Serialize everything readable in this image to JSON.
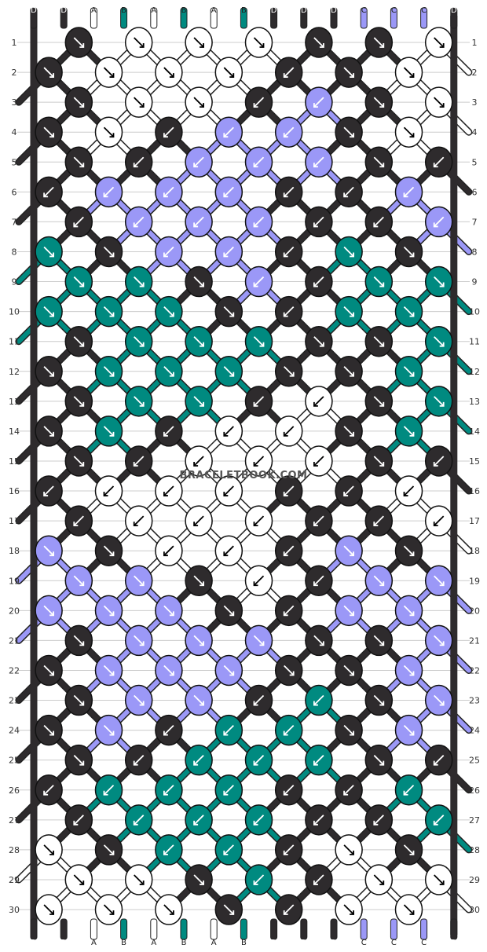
{
  "watermark": "BRACELETBOOK.COM",
  "colors": {
    "D": "#2e2b2d",
    "A": "#ffffff",
    "B": "#008a80",
    "C": "#9b98f7",
    "grid": "#cccccc",
    "text": "#333333"
  },
  "strings": [
    "D",
    "D",
    "A",
    "B",
    "A",
    "B",
    "A",
    "B",
    "D",
    "D",
    "D",
    "C",
    "C",
    "C",
    "D"
  ],
  "row_labels": [
    "1",
    "2",
    "3",
    "4",
    "5",
    "6",
    "7",
    "8",
    "9",
    "10",
    "11",
    "12",
    "13",
    "14",
    "15",
    "16",
    "17",
    "18",
    "19",
    "20",
    "21",
    "22",
    "23",
    "24",
    "25",
    "26",
    "27",
    "28",
    "29",
    "30"
  ],
  "row_count": 30,
  "knots": [
    [
      {
        "c": "D",
        "d": "se"
      },
      {
        "c": "A",
        "d": "se"
      },
      {
        "c": "A",
        "d": "se"
      },
      {
        "c": "A",
        "d": "se"
      },
      {
        "c": "D",
        "d": "se"
      }
    ],
    [
      {
        "c": "D",
        "d": "se"
      },
      {
        "c": "A",
        "d": "se"
      },
      {
        "c": "A",
        "d": "se"
      },
      {
        "c": "A",
        "d": "se"
      },
      {
        "c": "D",
        "d": "sw"
      }
    ],
    [
      {
        "c": "D",
        "d": "se"
      },
      {
        "c": "A",
        "d": "se"
      },
      {
        "c": "A",
        "d": "se"
      },
      {
        "c": "D",
        "d": "sw"
      },
      {
        "c": "C",
        "d": "sw"
      }
    ],
    [
      {
        "c": "D",
        "d": "se"
      },
      {
        "c": "A",
        "d": "se"
      },
      {
        "c": "D",
        "d": "sw"
      },
      {
        "c": "C",
        "d": "sw"
      },
      {
        "c": "C",
        "d": "sw"
      }
    ],
    [
      {
        "c": "D",
        "d": "se"
      },
      {
        "c": "D",
        "d": "sw"
      },
      {
        "c": "C",
        "d": "sw"
      },
      {
        "c": "C",
        "d": "sw"
      },
      {
        "c": "C",
        "d": "sw"
      }
    ],
    [
      {
        "c": "D",
        "d": "sw"
      },
      {
        "c": "C",
        "d": "sw"
      },
      {
        "c": "C",
        "d": "sw"
      },
      {
        "c": "C",
        "d": "sw"
      },
      {
        "c": "D",
        "d": "sw"
      }
    ],
    [
      {
        "c": "D",
        "d": "sw"
      },
      {
        "c": "C",
        "d": "sw"
      },
      {
        "c": "C",
        "d": "sw"
      },
      {
        "c": "C",
        "d": "sw"
      },
      {
        "c": "D",
        "d": "sw"
      }
    ],
    [
      {
        "c": "B",
        "d": "se"
      },
      {
        "c": "D",
        "d": "se"
      },
      {
        "c": "C",
        "d": "sw"
      },
      {
        "c": "C",
        "d": "sw"
      },
      {
        "c": "D",
        "d": "sw"
      }
    ],
    [
      {
        "c": "B",
        "d": "se"
      },
      {
        "c": "B",
        "d": "se"
      },
      {
        "c": "D",
        "d": "se"
      },
      {
        "c": "C",
        "d": "sw"
      },
      {
        "c": "D",
        "d": "sw"
      }
    ],
    [
      {
        "c": "B",
        "d": "se"
      },
      {
        "c": "B",
        "d": "se"
      },
      {
        "c": "B",
        "d": "se"
      },
      {
        "c": "D",
        "d": "se"
      },
      {
        "c": "D",
        "d": "sw"
      }
    ],
    [
      {
        "c": "D",
        "d": "se"
      },
      {
        "c": "B",
        "d": "se"
      },
      {
        "c": "B",
        "d": "se"
      },
      {
        "c": "B",
        "d": "se"
      },
      {
        "c": "D",
        "d": "se"
      }
    ],
    [
      {
        "c": "D",
        "d": "se"
      },
      {
        "c": "B",
        "d": "se"
      },
      {
        "c": "B",
        "d": "se"
      },
      {
        "c": "B",
        "d": "se"
      },
      {
        "c": "D",
        "d": "se"
      }
    ],
    [
      {
        "c": "D",
        "d": "se"
      },
      {
        "c": "B",
        "d": "se"
      },
      {
        "c": "B",
        "d": "se"
      },
      {
        "c": "D",
        "d": "sw"
      },
      {
        "c": "A",
        "d": "sw"
      }
    ],
    [
      {
        "c": "D",
        "d": "se"
      },
      {
        "c": "B",
        "d": "se"
      },
      {
        "c": "D",
        "d": "sw"
      },
      {
        "c": "A",
        "d": "sw"
      },
      {
        "c": "A",
        "d": "sw"
      }
    ],
    [
      {
        "c": "D",
        "d": "se"
      },
      {
        "c": "D",
        "d": "sw"
      },
      {
        "c": "A",
        "d": "sw"
      },
      {
        "c": "A",
        "d": "sw"
      },
      {
        "c": "A",
        "d": "sw"
      }
    ],
    [
      {
        "c": "D",
        "d": "sw"
      },
      {
        "c": "A",
        "d": "sw"
      },
      {
        "c": "A",
        "d": "sw"
      },
      {
        "c": "A",
        "d": "sw"
      },
      {
        "c": "D",
        "d": "sw"
      }
    ],
    [
      {
        "c": "D",
        "d": "sw"
      },
      {
        "c": "A",
        "d": "sw"
      },
      {
        "c": "A",
        "d": "sw"
      },
      {
        "c": "A",
        "d": "sw"
      },
      {
        "c": "D",
        "d": "sw"
      }
    ],
    [
      {
        "c": "C",
        "d": "se"
      },
      {
        "c": "D",
        "d": "se"
      },
      {
        "c": "A",
        "d": "sw"
      },
      {
        "c": "A",
        "d": "sw"
      },
      {
        "c": "D",
        "d": "sw"
      }
    ],
    [
      {
        "c": "C",
        "d": "se"
      },
      {
        "c": "C",
        "d": "se"
      },
      {
        "c": "D",
        "d": "se"
      },
      {
        "c": "A",
        "d": "sw"
      },
      {
        "c": "D",
        "d": "sw"
      }
    ],
    [
      {
        "c": "C",
        "d": "se"
      },
      {
        "c": "C",
        "d": "se"
      },
      {
        "c": "C",
        "d": "se"
      },
      {
        "c": "D",
        "d": "se"
      },
      {
        "c": "D",
        "d": "sw"
      }
    ],
    [
      {
        "c": "D",
        "d": "se"
      },
      {
        "c": "C",
        "d": "se"
      },
      {
        "c": "C",
        "d": "se"
      },
      {
        "c": "C",
        "d": "se"
      },
      {
        "c": "D",
        "d": "se"
      }
    ],
    [
      {
        "c": "D",
        "d": "se"
      },
      {
        "c": "C",
        "d": "se"
      },
      {
        "c": "C",
        "d": "se"
      },
      {
        "c": "C",
        "d": "se"
      },
      {
        "c": "D",
        "d": "se"
      }
    ],
    [
      {
        "c": "D",
        "d": "se"
      },
      {
        "c": "C",
        "d": "se"
      },
      {
        "c": "C",
        "d": "se"
      },
      {
        "c": "D",
        "d": "sw"
      },
      {
        "c": "B",
        "d": "sw"
      }
    ],
    [
      {
        "c": "D",
        "d": "se"
      },
      {
        "c": "C",
        "d": "se"
      },
      {
        "c": "D",
        "d": "sw"
      },
      {
        "c": "B",
        "d": "sw"
      },
      {
        "c": "B",
        "d": "sw"
      }
    ],
    [
      {
        "c": "D",
        "d": "se"
      },
      {
        "c": "D",
        "d": "sw"
      },
      {
        "c": "B",
        "d": "sw"
      },
      {
        "c": "B",
        "d": "sw"
      },
      {
        "c": "B",
        "d": "sw"
      }
    ],
    [
      {
        "c": "D",
        "d": "sw"
      },
      {
        "c": "B",
        "d": "sw"
      },
      {
        "c": "B",
        "d": "sw"
      },
      {
        "c": "B",
        "d": "sw"
      },
      {
        "c": "D",
        "d": "sw"
      }
    ],
    [
      {
        "c": "D",
        "d": "sw"
      },
      {
        "c": "B",
        "d": "sw"
      },
      {
        "c": "B",
        "d": "sw"
      },
      {
        "c": "B",
        "d": "sw"
      },
      {
        "c": "D",
        "d": "sw"
      }
    ],
    [
      {
        "c": "A",
        "d": "se"
      },
      {
        "c": "D",
        "d": "se"
      },
      {
        "c": "B",
        "d": "sw"
      },
      {
        "c": "B",
        "d": "sw"
      },
      {
        "c": "D",
        "d": "sw"
      }
    ],
    [
      {
        "c": "A",
        "d": "se"
      },
      {
        "c": "A",
        "d": "se"
      },
      {
        "c": "D",
        "d": "se"
      },
      {
        "c": "B",
        "d": "sw"
      },
      {
        "c": "D",
        "d": "sw"
      }
    ],
    [
      {
        "c": "A",
        "d": "se"
      },
      {
        "c": "A",
        "d": "se"
      },
      {
        "c": "A",
        "d": "se"
      },
      {
        "c": "D",
        "d": "se"
      },
      {
        "c": "D",
        "d": "sw"
      }
    ]
  ]
}
